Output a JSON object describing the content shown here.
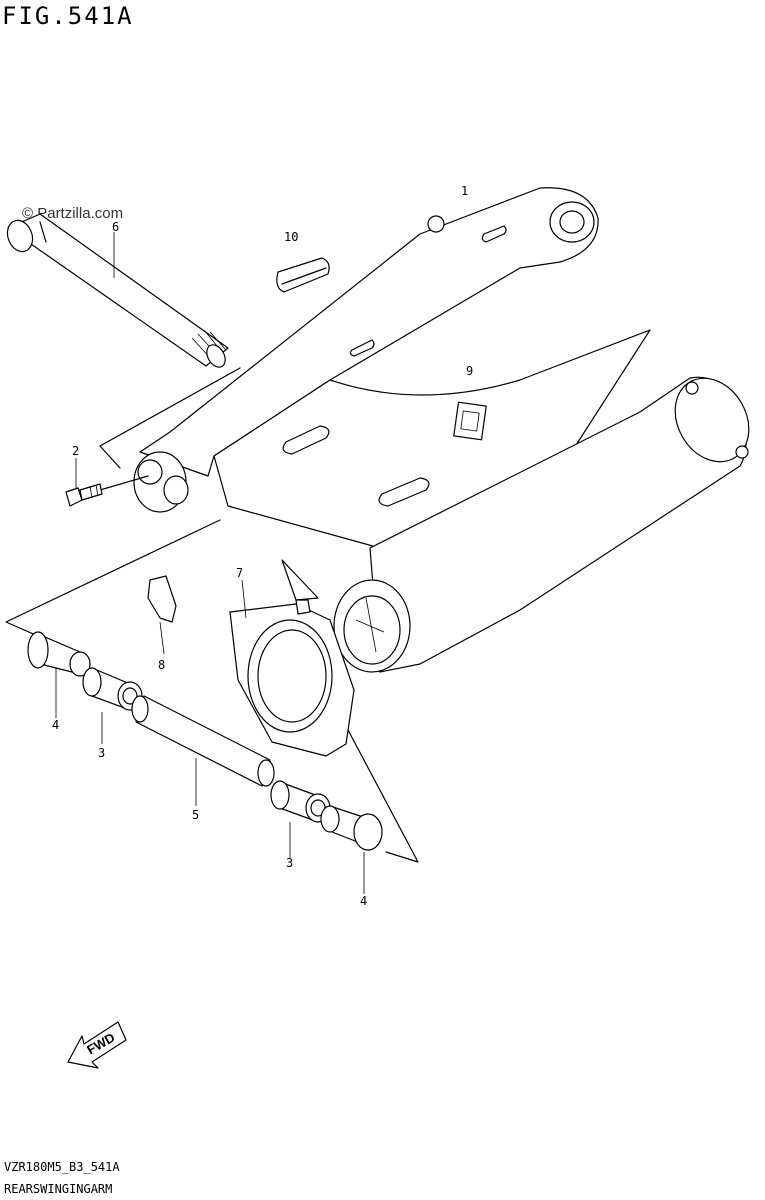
{
  "figure": {
    "title": "FIG.541A",
    "watermark": "© Partzilla.com",
    "footer_code": "VZR180M5_B3_541A",
    "footer_name": "REARSWINGINGARM"
  },
  "callouts": [
    {
      "id": "c1",
      "label": "1"
    },
    {
      "id": "c2",
      "label": "2"
    },
    {
      "id": "c3a",
      "label": "3"
    },
    {
      "id": "c3b",
      "label": "3"
    },
    {
      "id": "c4a",
      "label": "4"
    },
    {
      "id": "c4b",
      "label": "4"
    },
    {
      "id": "c5",
      "label": "5"
    },
    {
      "id": "c6",
      "label": "6"
    },
    {
      "id": "c7",
      "label": "7"
    },
    {
      "id": "c8",
      "label": "8"
    },
    {
      "id": "c9",
      "label": "9"
    },
    {
      "id": "c10",
      "label": "10"
    }
  ],
  "fwd_label": "FWD"
}
